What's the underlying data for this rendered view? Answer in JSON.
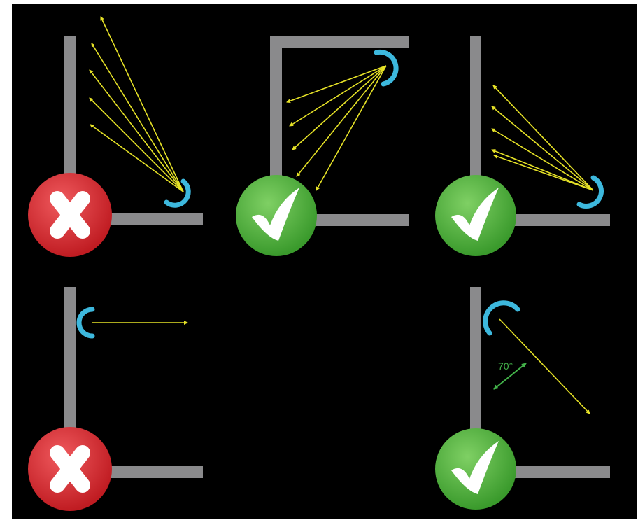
{
  "colors": {
    "background": "#000000",
    "frame": "#ffffff",
    "wall": "#8a8a8c",
    "ray": "#e6e227",
    "sensor": "#3db8dd",
    "angle_mark": "#43b34a",
    "bad_badge": "#d8262c",
    "good_badge": "#4cae3a",
    "badge_glyph": "#ffffff"
  },
  "panels": [
    {
      "id": "top-left",
      "verdict": "incorrect",
      "badge_icon": "x-icon",
      "sensor": "corner-low",
      "rays": 5
    },
    {
      "id": "top-middle",
      "verdict": "correct",
      "badge_icon": "check-icon",
      "sensor": "ceiling-corner",
      "rays": 5
    },
    {
      "id": "top-right",
      "verdict": "correct",
      "badge_icon": "check-icon",
      "sensor": "corner-low",
      "rays": 5
    },
    {
      "id": "bottom-left",
      "verdict": "incorrect",
      "badge_icon": "x-icon",
      "sensor": "wall-high",
      "rays": 1
    },
    {
      "id": "bottom-right",
      "verdict": "correct",
      "badge_icon": "check-icon",
      "sensor": "wall-high-angled",
      "rays": 1
    }
  ],
  "angle_label": "70°"
}
